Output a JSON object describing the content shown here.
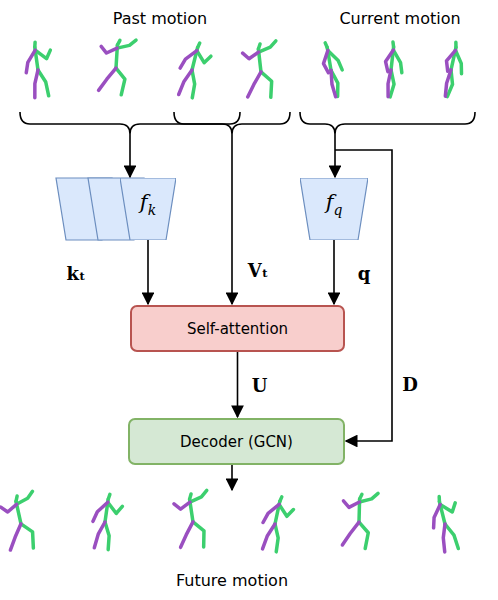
{
  "diagram": {
    "nodes": [
      {
        "text": [
          "f",
          "k"
        ]
      },
      {
        "text": [
          "f",
          "q"
        ]
      },
      {
        "text": [
          "Self-attention"
        ]
      },
      {
        "text": [
          "Decoder (GCN)"
        ]
      }
    ],
    "edges": [
      {
        "from": 0,
        "to": 2,
        "arrow": "to",
        "label": "kₜ"
      },
      {
        "from": 1,
        "to": 2,
        "arrow": "to",
        "label": "q"
      },
      {
        "from": 2,
        "to": 3,
        "arrow": "to",
        "label": "U"
      }
    ],
    "labels": [
      "Past motion",
      "Current motion",
      "Vₜ",
      "D",
      "Future motion"
    ]
  }
}
